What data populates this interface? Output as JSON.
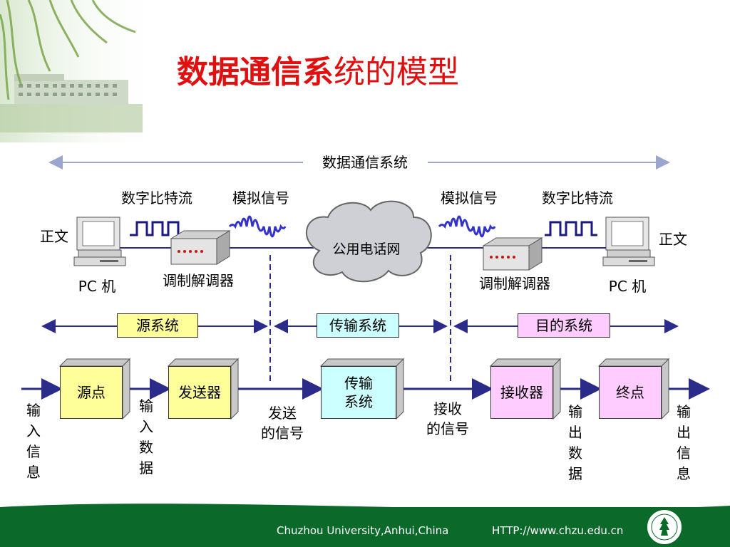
{
  "slide": {
    "title_part1": "数据通信系",
    "title_part2": "统的模型"
  },
  "diagram": {
    "top_span_label": "数据通信系统",
    "left_bitstream_label": "数字比特流",
    "left_analog_label": "模拟信号",
    "right_analog_label": "模拟信号",
    "right_bitstream_label": "数字比特流",
    "left_text_label": "正文",
    "right_text_label": "正文",
    "left_pc_label": "PC 机",
    "right_pc_label": "PC 机",
    "left_modem_label": "调制解调器",
    "right_modem_label": "调制解调器",
    "cloud_label": "公用电话网",
    "source_system": "源系统",
    "transmission_system": "传输系统",
    "destination_system": "目的系统",
    "blocks": {
      "source_point": "源点",
      "transmitter": "发送器",
      "transmission_l1": "传输",
      "transmission_l2": "系统",
      "receiver": "接收器",
      "end_point": "终点"
    },
    "flow_labels": {
      "input_info": "输入信息",
      "input_data": "输入数据",
      "sent_signal_l1": "发送",
      "sent_signal_l2": "的信号",
      "recv_signal_l1": "接收",
      "recv_signal_l2": "的信号",
      "output_data": "输出数据",
      "output_info": "输出信息"
    }
  },
  "footer": {
    "university": "Chuzhou University,Anhui,China",
    "url": "HTTP://www.chzu.edu.cn"
  },
  "colors": {
    "title": "#e01010",
    "line": "#2b2b8a",
    "wave": "#3333cc",
    "footer": "#0b6a2a"
  }
}
